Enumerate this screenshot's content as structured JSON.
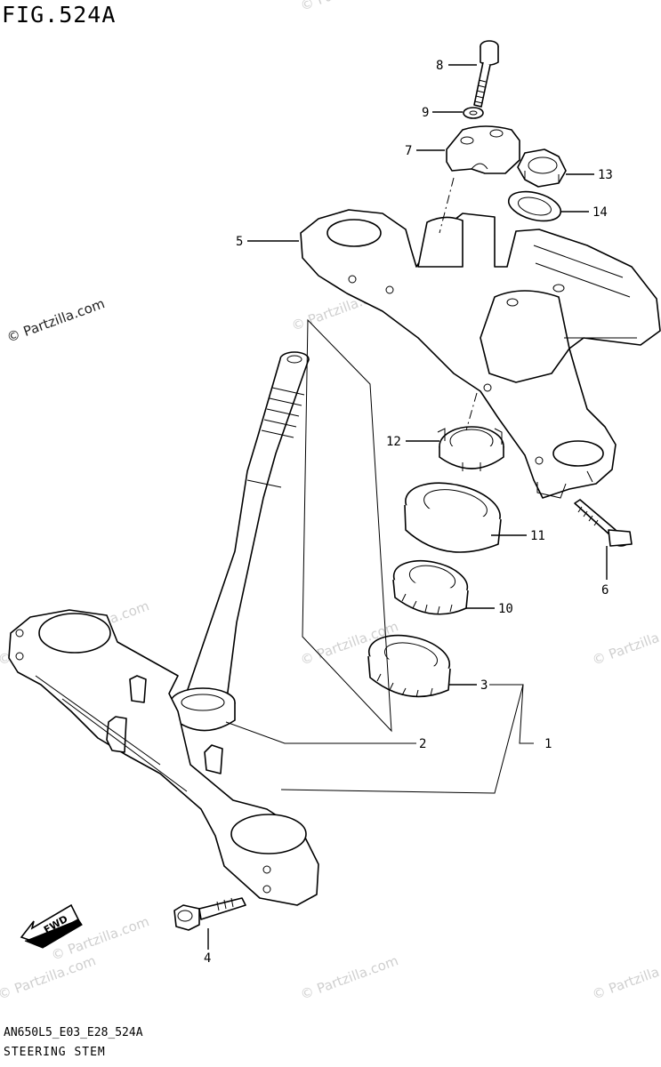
{
  "figure": {
    "title": "FIG.524A",
    "code": "AN650L5_E03_E28_524A",
    "name": "STEERING STEM"
  },
  "watermarks": {
    "main": "© Partzilla.com",
    "repeat": "© Partzilla.com"
  },
  "fwd_label": "FWD",
  "callouts": [
    "1",
    "2",
    "3",
    "4",
    "5",
    "6",
    "7",
    "8",
    "9",
    "10",
    "11",
    "12",
    "13",
    "14"
  ],
  "icons": [
    "fwd-arrow-icon",
    "bolt-icon",
    "washer-icon",
    "nut-icon",
    "bearing-icon",
    "seal-icon",
    "bracket-icon"
  ]
}
